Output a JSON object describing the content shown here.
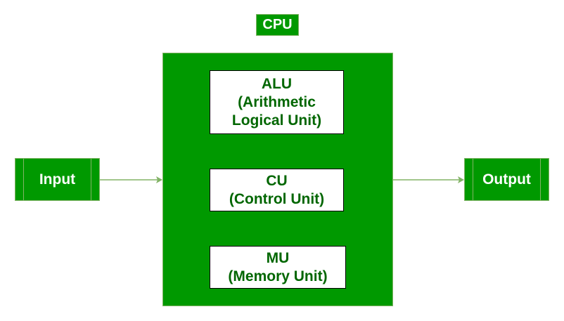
{
  "cpu": {
    "title": "CPU"
  },
  "units": {
    "alu": {
      "line1": "ALU",
      "line2": "(Arithmetic",
      "line3": "Logical Unit)"
    },
    "cu": {
      "line1": "CU",
      "line2": "(Control Unit)"
    },
    "mu": {
      "line1": "MU",
      "line2": "(Memory Unit)"
    }
  },
  "io": {
    "input_label": "Input",
    "output_label": "Output"
  },
  "colors": {
    "green_fill": "#009900",
    "green_border": "#82b366",
    "unit_text": "#006600",
    "arrow": "#82b366"
  }
}
